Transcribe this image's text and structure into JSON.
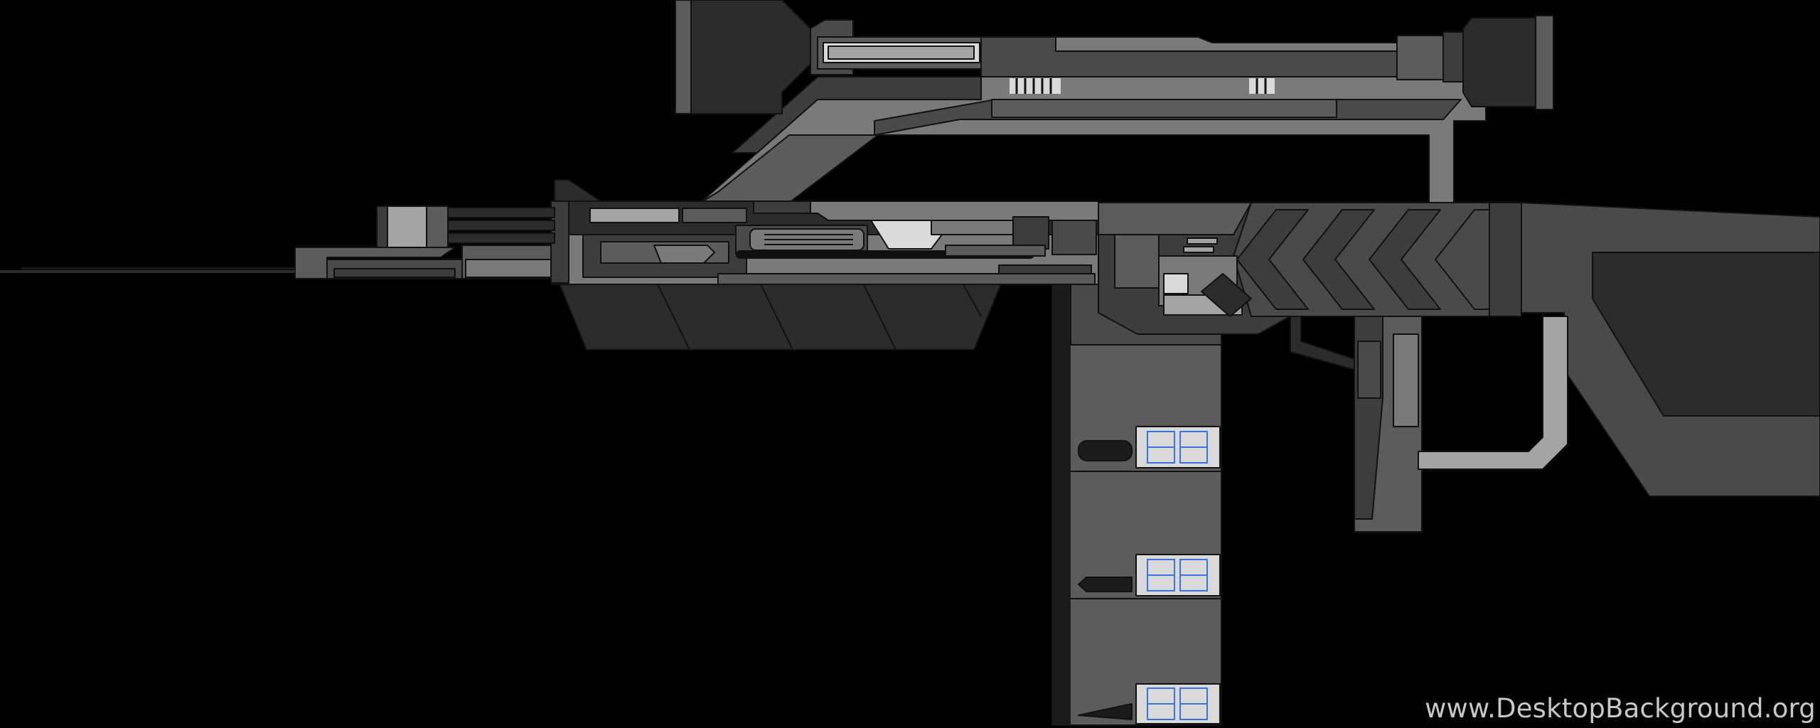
{
  "image": {
    "subject": "flat-vector-rifle-illustration",
    "background_color": "#000000",
    "palette": {
      "darkest": "#1b1b1b",
      "dark": "#2c2c2c",
      "mid_dark": "#3d3d3d",
      "mid": "#4a4a4a",
      "mid_light": "#5c5c5c",
      "light": "#7a7a7a",
      "lighter": "#a4a4a4",
      "highlight": "#d9d9d9",
      "accent_blue": "#3a74d9"
    }
  },
  "watermark": {
    "text": "www.DesktopBackground.org",
    "color": "#c8c8c8"
  },
  "magazine": {
    "segment_count": 3
  }
}
